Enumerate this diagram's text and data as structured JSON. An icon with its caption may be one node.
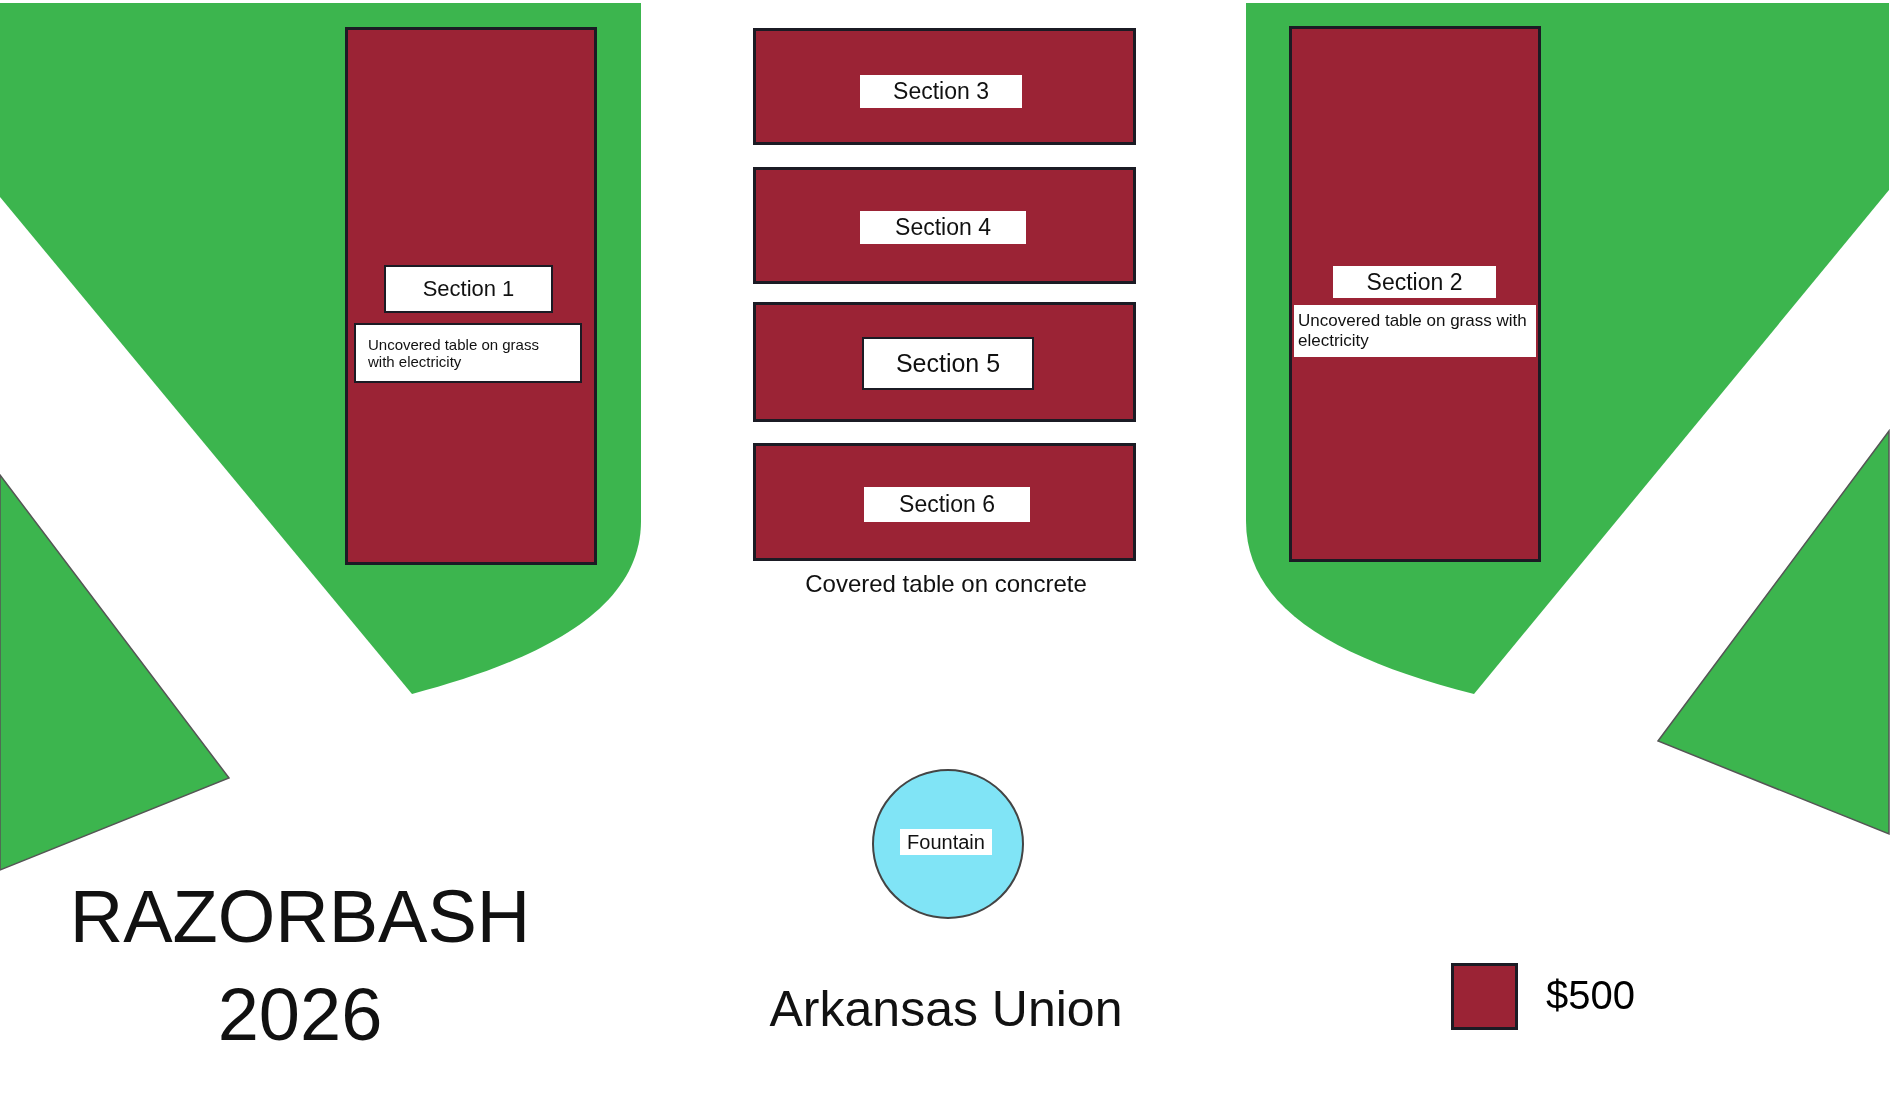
{
  "diagram": {
    "title": "RAZORBASH 2026",
    "nodes": [
      {
        "text": [
          "Section 1",
          "Uncovered table on grass with electricity"
        ]
      },
      {
        "text": [
          "Section 3"
        ]
      },
      {
        "text": [
          "Section 4"
        ]
      },
      {
        "text": [
          "Section 5"
        ]
      },
      {
        "text": [
          "Section 6"
        ]
      },
      {
        "text": [
          "Section 2",
          "Uncovered table on grass with electricity"
        ]
      },
      {
        "text": [
          "Fountain"
        ]
      }
    ],
    "labels": [
      "Covered table on concrete",
      "Arkansas Union"
    ],
    "legend": [
      {
        "text": "$500",
        "color": "#9b2335"
      }
    ]
  }
}
